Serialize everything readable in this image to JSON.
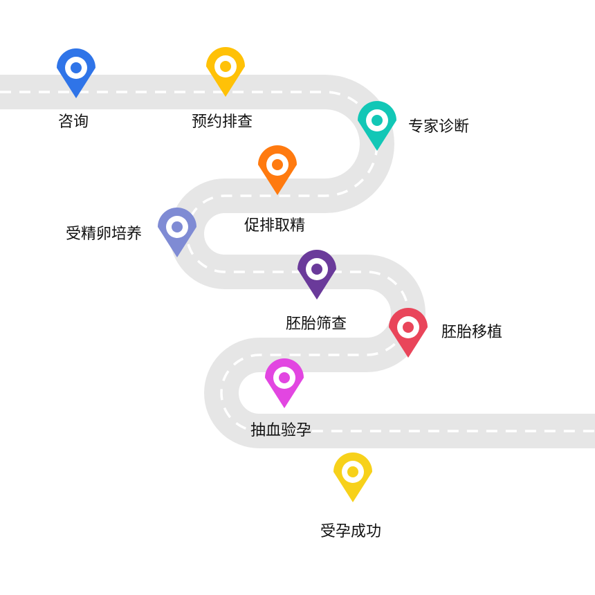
{
  "steps": [
    {
      "label": "咨询",
      "color": "#2F74E8"
    },
    {
      "label": "预约排查",
      "color": "#FFC107"
    },
    {
      "label": "专家诊断",
      "color": "#12C7B6"
    },
    {
      "label": "促排取精",
      "color": "#FF7A0F"
    },
    {
      "label": "受精卵培养",
      "color": "#7F8BD4"
    },
    {
      "label": "胚胎筛查",
      "color": "#6A3A9A"
    },
    {
      "label": "胚胎移植",
      "color": "#E9455A"
    },
    {
      "label": "抽血验孕",
      "color": "#E246E1"
    },
    {
      "label": "受孕成功",
      "color": "#F7D11A"
    }
  ],
  "road": {
    "surface_color": "#E6E6E6",
    "dash_color": "#FFFFFF"
  }
}
